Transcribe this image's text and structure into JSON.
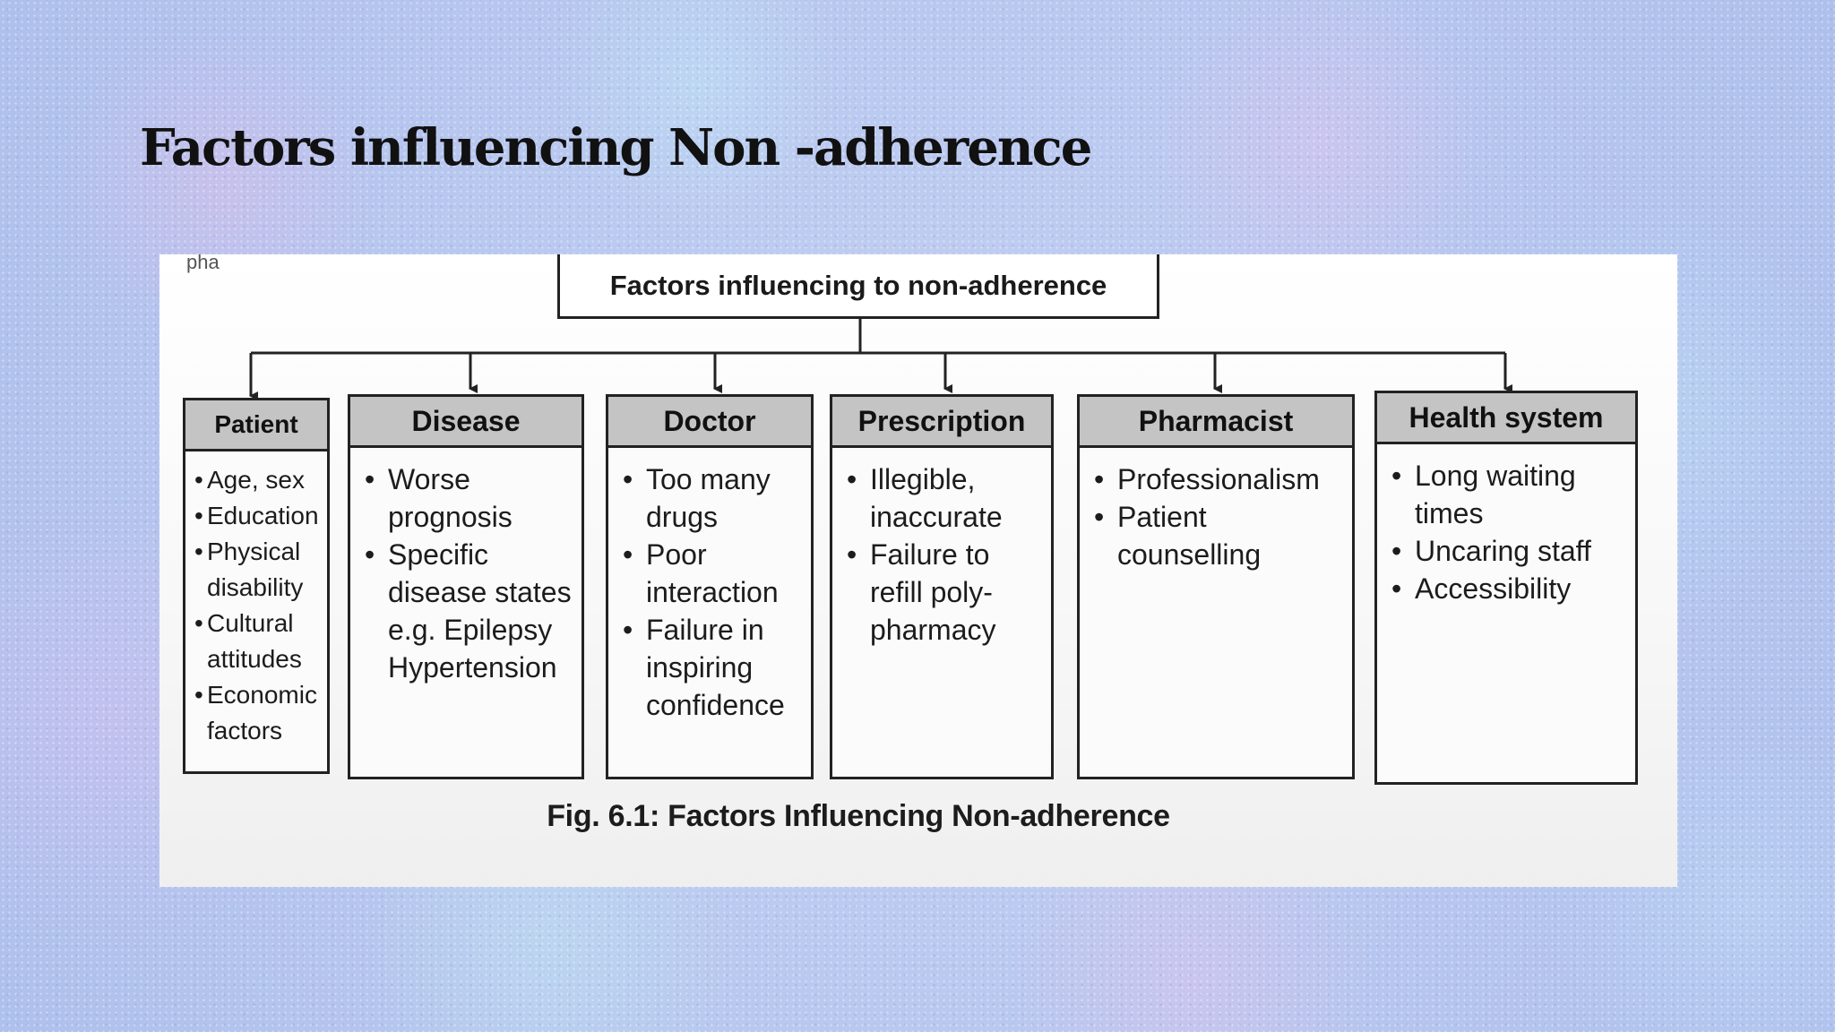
{
  "slide": {
    "title": "Factors influencing Non -adherence"
  },
  "figure": {
    "scrap_text": "pha",
    "root": "Factors influencing to non-adherence",
    "categories": [
      {
        "title": "Patient",
        "items": [
          "Age, sex",
          "Education",
          "Physical disability",
          "Cultural attitudes",
          "Economic factors"
        ]
      },
      {
        "title": "Disease",
        "items": [
          "Worse prognosis",
          "Specific disease states e.g. Epilepsy Hypertension"
        ]
      },
      {
        "title": "Doctor",
        "items": [
          "Too many drugs",
          "Poor interaction",
          "Failure in inspiring confidence"
        ]
      },
      {
        "title": "Prescription",
        "items": [
          "Illegible, inaccurate",
          "Failure to refill poly-pharmacy"
        ]
      },
      {
        "title": "Pharmacist",
        "items": [
          "Professionalism",
          "Patient counselling"
        ]
      },
      {
        "title": "Health system",
        "items": [
          "Long waiting times",
          "Uncaring staff",
          "Accessibility"
        ]
      }
    ],
    "caption": "Fig. 6.1: Factors Influencing Non-adherence"
  }
}
